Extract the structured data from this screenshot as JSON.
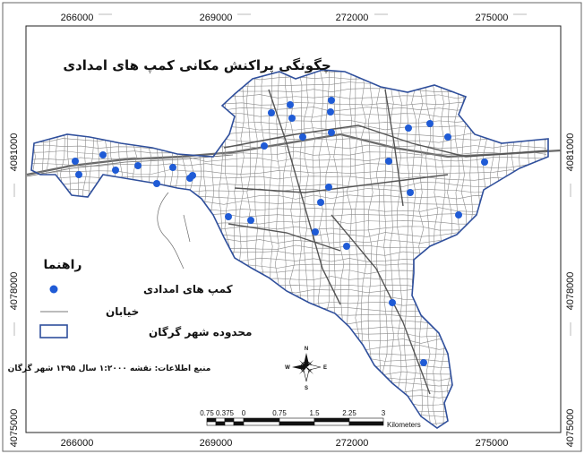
{
  "title": "چگونگی پراکنش مکانی کمپ های امدادی",
  "legend": {
    "heading": "راهنما",
    "items": [
      {
        "label": "کمپ های امدادی",
        "symbol": "blue-dot",
        "color": "#1f5bd6"
      },
      {
        "label": "خیابان",
        "symbol": "street-line",
        "color": "#7a7a7a"
      },
      {
        "label": "محدوده شهر گرگان",
        "symbol": "boundary-box",
        "color": "#2f4f9c"
      }
    ]
  },
  "source": "منبع اطلاعات: نقشه ۱:۲۰۰۰ سال ۱۳۹۵ شهر گرگان",
  "x_ticks": [
    "266000",
    "269000",
    "272000",
    "275000"
  ],
  "y_ticks": [
    "4081000",
    "4078000",
    "4075000"
  ],
  "scale_bar": {
    "labels": [
      "0.75",
      "0.375",
      "0",
      "0.75",
      "1.5",
      "2.25",
      "3"
    ],
    "unit": "Kilometers"
  },
  "compass": {
    "n": "N",
    "s": "S",
    "e": "E",
    "w": "W"
  },
  "colors": {
    "boundary": "#2f4f9c",
    "street": "#8a8a8a",
    "camp": "#1f5bd6",
    "frame": "#333333"
  },
  "camp_count": 33
}
